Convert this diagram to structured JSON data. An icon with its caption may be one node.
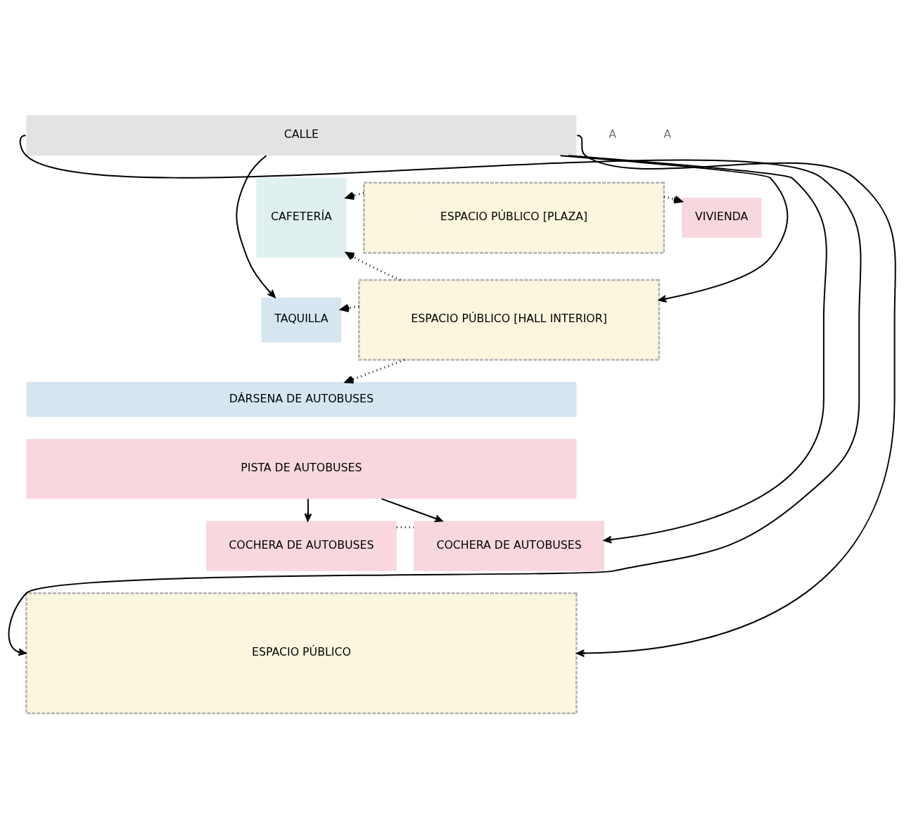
{
  "diagram": {
    "nodes": [
      {
        "text": [
          "CALLE"
        ]
      },
      {
        "text": [
          "CAFETERÍA"
        ]
      },
      {
        "text": [
          "ESPACIO PÚBLICO [PLAZA]"
        ]
      },
      {
        "text": [
          "VIVIENDA"
        ]
      },
      {
        "text": [
          "ESPACIO PÚBLICO [HALL INTERIOR]"
        ]
      },
      {
        "text": [
          "TAQUILLA"
        ]
      },
      {
        "text": [
          "DÁRSENA DE AUTOBUSES"
        ]
      },
      {
        "text": [
          "PISTA DE AUTOBUSES"
        ]
      },
      {
        "text": [
          "COCHERA DE AUTOBUSES"
        ]
      },
      {
        "text": [
          "COCHERA DE AUTOBUSES"
        ]
      },
      {
        "text": [
          "ESPACIO PÚBLICO"
        ]
      }
    ],
    "edges": [
      {
        "from": 0,
        "to": 5,
        "arrow": "to"
      },
      {
        "from": 0,
        "to": 4,
        "arrow": "to"
      },
      {
        "from": 0,
        "to": 9,
        "arrow": "to"
      },
      {
        "from": 2,
        "to": 1,
        "arrow": "to",
        "style": "dashed"
      },
      {
        "from": 2,
        "to": 3,
        "arrow": "to",
        "style": "dashed"
      },
      {
        "from": 4,
        "to": 1,
        "arrow": "to",
        "style": "dashed"
      },
      {
        "from": 4,
        "to": 5,
        "arrow": "to",
        "style": "dashed"
      },
      {
        "from": 4,
        "to": 6,
        "arrow": "to",
        "style": "dashed"
      },
      {
        "from": 7,
        "to": 8,
        "arrow": "to"
      },
      {
        "from": 7,
        "to": 9,
        "arrow": "to"
      },
      {
        "from": 8,
        "to": 9,
        "arrow": "none",
        "style": "dashed"
      },
      {
        "from": 0,
        "to": 10,
        "arrow": "to"
      },
      {
        "from": 0,
        "to": 10,
        "arrow": "to"
      }
    ],
    "labels": [
      "A",
      "A"
    ]
  }
}
